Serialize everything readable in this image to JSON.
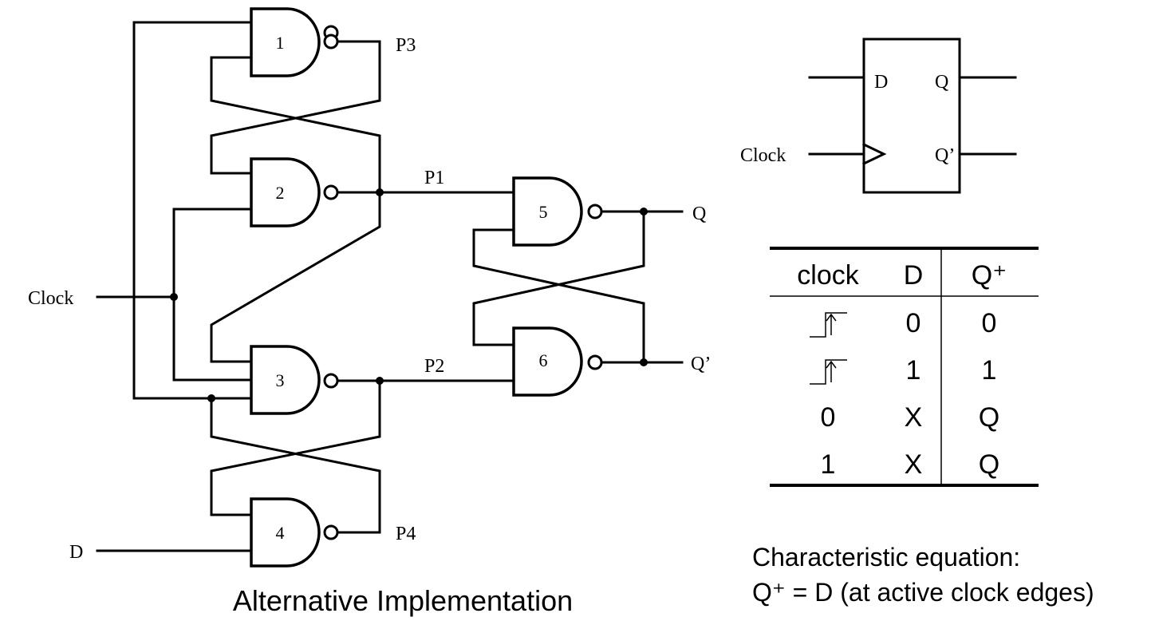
{
  "circuit": {
    "gates": [
      "1",
      "2",
      "3",
      "4",
      "5",
      "6"
    ],
    "inputs": {
      "clock": "Clock",
      "d": "D"
    },
    "nodes": {
      "p1": "P1",
      "p2": "P2",
      "p3": "P3",
      "p4": "P4"
    },
    "outputs": {
      "q": "Q",
      "q_bar": "Q’"
    },
    "caption": "Alternative Implementation"
  },
  "symbol": {
    "pin_d": "D",
    "pin_q": "Q",
    "pin_q_bar": "Q’",
    "clock_label": "Clock"
  },
  "table": {
    "headers": [
      "clock",
      "D",
      "Q⁺"
    ],
    "rows": [
      {
        "clock": "rising-edge-icon",
        "d": "0",
        "q": "0"
      },
      {
        "clock": "rising-edge-icon",
        "d": "1",
        "q": "1"
      },
      {
        "clock": "0",
        "d": "X",
        "q": "Q"
      },
      {
        "clock": "1",
        "d": "X",
        "q": "Q"
      }
    ]
  },
  "equation": {
    "line1": "Characteristic equation:",
    "line2": "Q⁺ = D (at active clock edges)"
  }
}
